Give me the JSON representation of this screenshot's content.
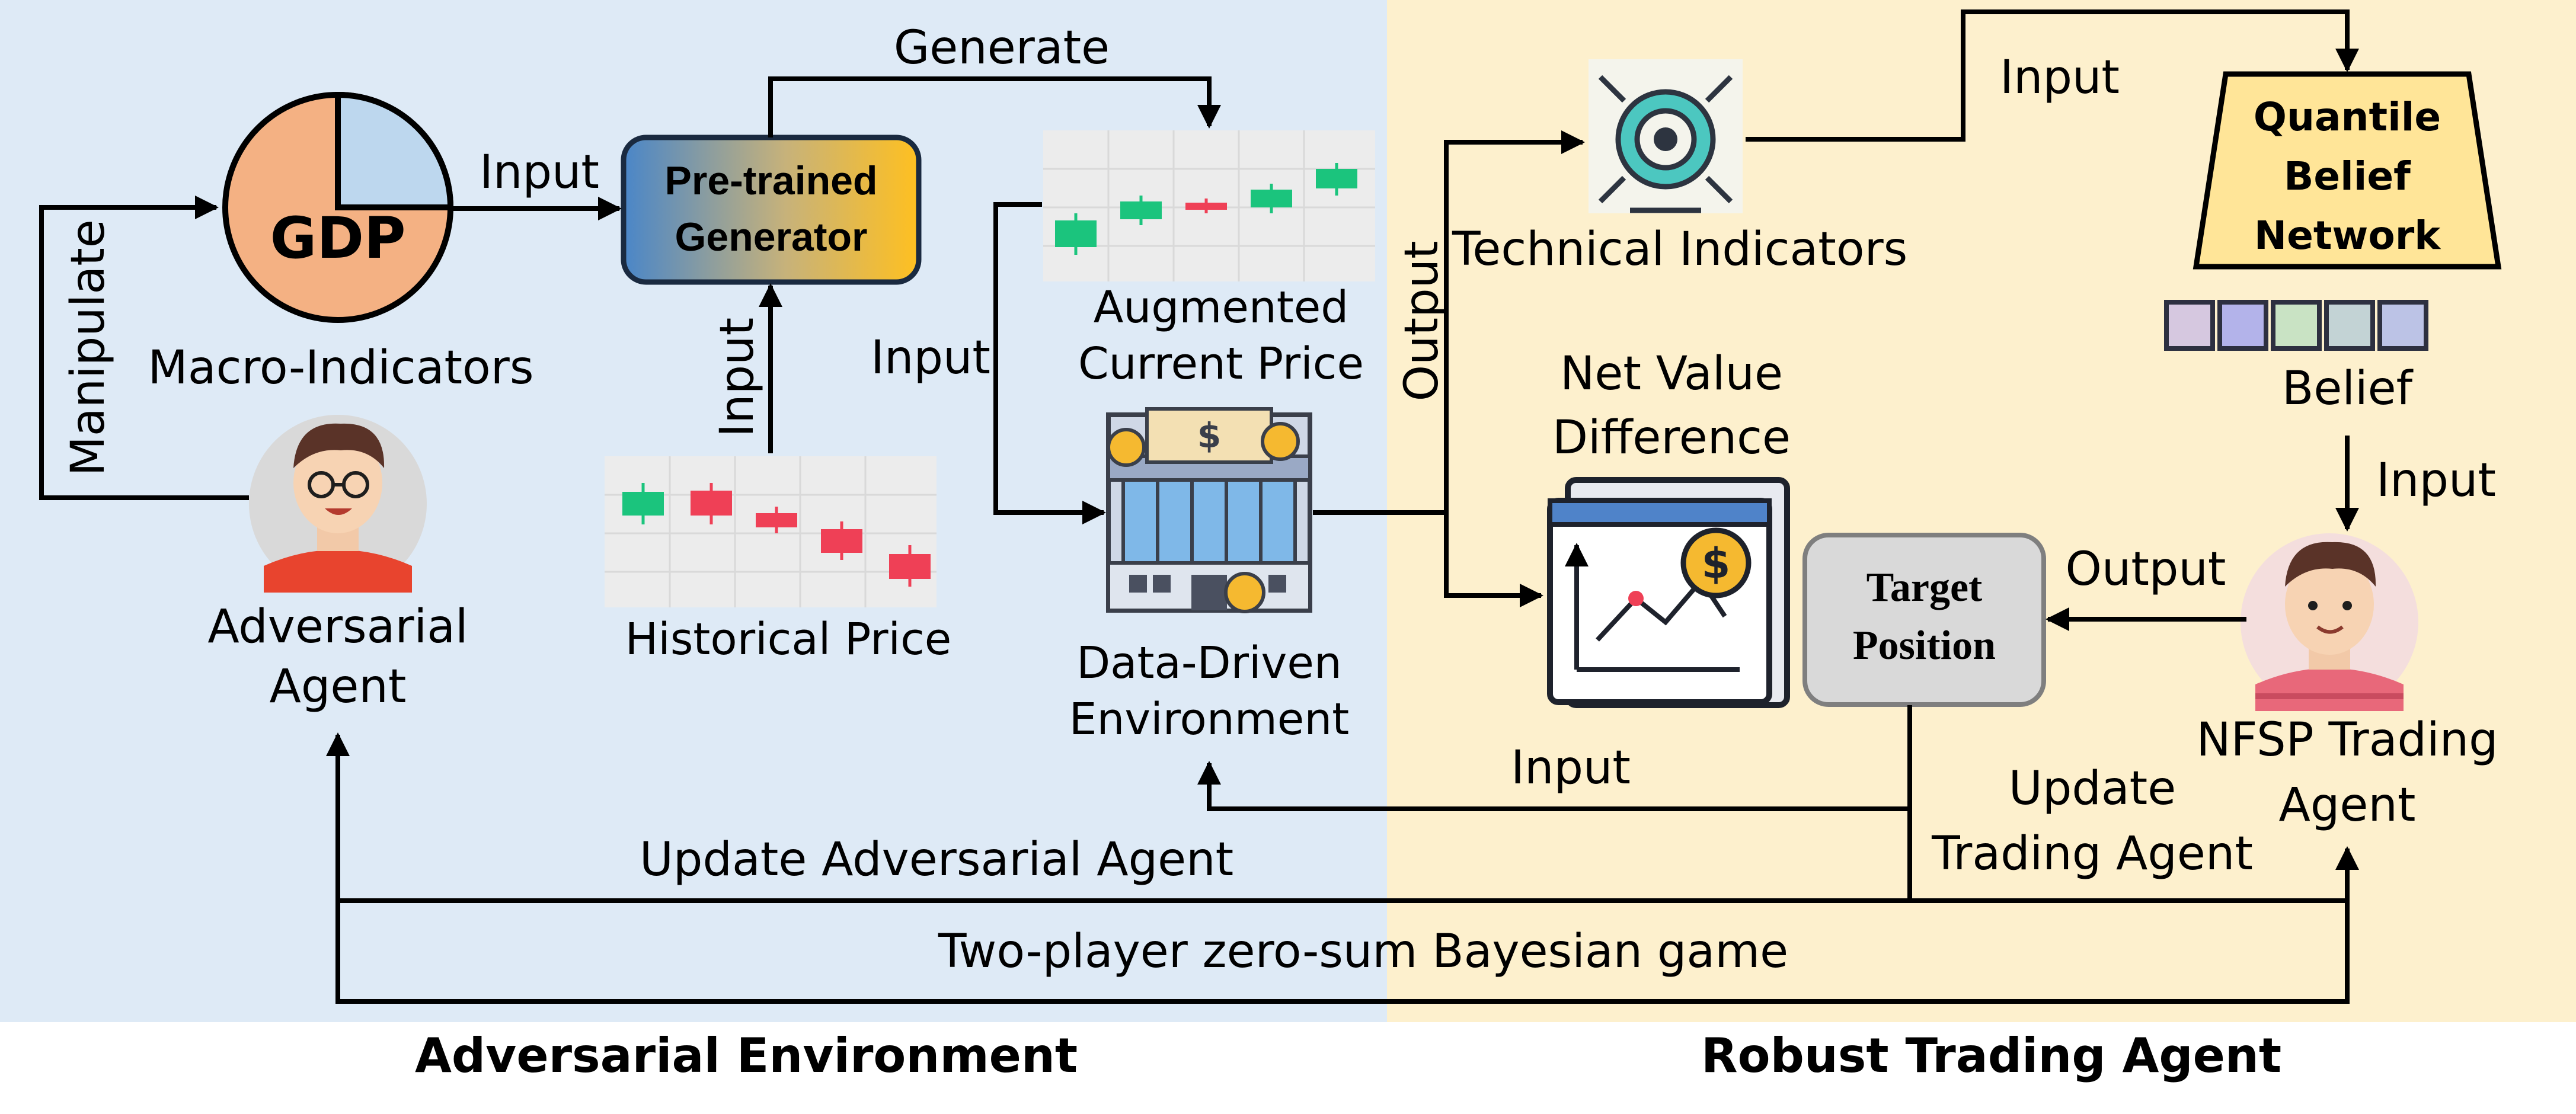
{
  "panels": {
    "left_title": "Adversarial Environment",
    "right_title": "Robust Trading Agent",
    "left_bg": "#deeaf6",
    "right_bg": "#fdf0cd"
  },
  "nodes": {
    "gdp_label": "GDP",
    "macro_indicators": "Macro-Indicators",
    "adversarial_agent_line1": "Adversarial",
    "adversarial_agent_line2": "Agent",
    "generator_line1": "Pre-trained",
    "generator_line2": "Generator",
    "historical_price": "Historical Price",
    "augmented_line1": "Augmented",
    "augmented_line2": "Current Price",
    "environment_line1": "Data-Driven",
    "environment_line2": "Environment",
    "technical_indicators": "Technical Indicators",
    "net_value_line1": "Net Value",
    "net_value_line2": "Difference",
    "qbn_line1": "Quantile",
    "qbn_line2": "Belief",
    "qbn_line3": "Network",
    "belief": "Belief",
    "target_line1": "Target",
    "target_line2": "Position",
    "nfsp_line1": "NFSP Trading",
    "nfsp_line2": "Agent"
  },
  "edges": {
    "manipulate": "Manipulate",
    "input_gdp_generator": "Input",
    "input_hist_generator": "Input",
    "generate": "Generate",
    "input_to_env": "Input",
    "output_env": "Output",
    "input_tech_qbn": "Input",
    "input_belief_nfsp": "Input",
    "output_nfsp_target": "Output",
    "input_target_env": "Input",
    "update_trading": "Update",
    "update_trading_2": "Trading Agent",
    "update_adversarial": "Update Adversarial Agent",
    "game": "Two-player zero-sum Bayesian game"
  },
  "belief_colors": [
    "#d6c8e0",
    "#b3b3ea",
    "#c9e3c4",
    "#c3d3d5",
    "#bcc3e6"
  ],
  "candle_colors": {
    "up": "#1bc47d",
    "down": "#ef4056"
  }
}
